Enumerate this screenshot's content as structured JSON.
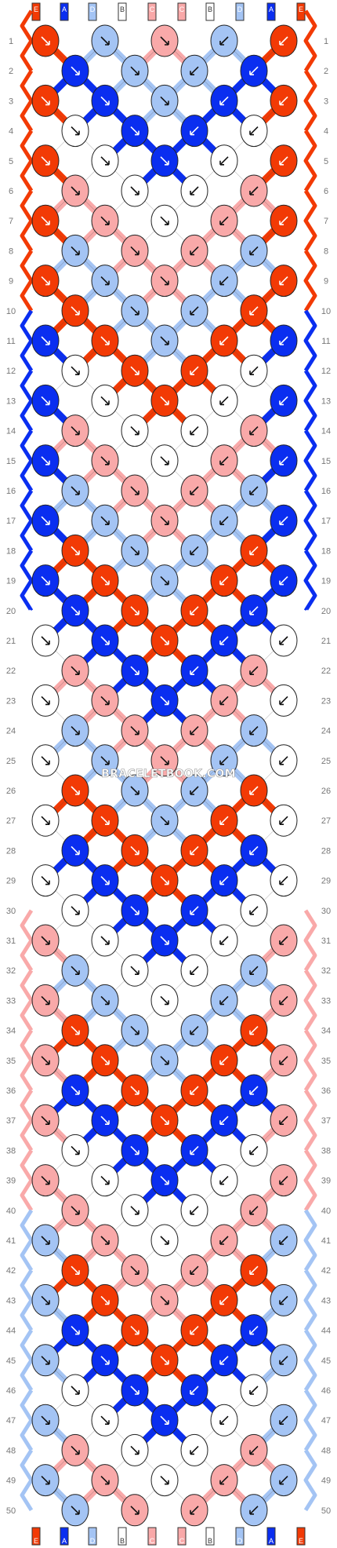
{
  "watermark": "BRACELETBOOK.COM",
  "colors": {
    "A": "#0a2ef0",
    "B": "#ffffff",
    "C": "#f9a9a9",
    "D": "#a4c4f4",
    "E": "#f23a05"
  },
  "strands_top": [
    "E",
    "A",
    "D",
    "B",
    "C",
    "C",
    "B",
    "D",
    "A",
    "E"
  ],
  "strands_bottom": [
    "E",
    "A",
    "D",
    "B",
    "C",
    "C",
    "B",
    "D",
    "A",
    "E"
  ],
  "row_numbers": [
    1,
    2,
    3,
    4,
    5,
    6,
    7,
    8,
    9,
    10,
    11,
    12,
    13,
    14,
    15,
    16,
    17,
    18,
    19,
    20,
    21,
    22,
    23,
    24,
    25,
    26,
    27,
    28,
    29,
    30,
    31,
    32,
    33,
    34,
    35,
    36,
    37,
    38,
    39,
    40,
    41,
    42,
    43,
    44,
    45,
    46,
    47,
    48,
    49,
    50
  ],
  "rows": [
    [
      {
        "c": "E",
        "d": "v"
      },
      {
        "c": "D",
        "d": "v"
      },
      {
        "c": "C",
        "d": "v"
      },
      {
        "c": "D",
        "d": "v"
      },
      {
        "c": "E",
        "d": "v"
      }
    ],
    [
      {
        "c": "A",
        "d": "v"
      },
      {
        "c": "D",
        "d": "v"
      },
      {
        "c": "D",
        "d": "v"
      },
      {
        "c": "A",
        "d": "v"
      }
    ],
    [
      {
        "c": "E",
        "d": "v"
      },
      {
        "c": "A",
        "d": "v"
      },
      {
        "c": "D",
        "d": "v"
      },
      {
        "c": "A",
        "d": "v"
      },
      {
        "c": "E",
        "d": "v"
      }
    ],
    [
      {
        "c": "B",
        "d": "v"
      },
      {
        "c": "A",
        "d": "v"
      },
      {
        "c": "A",
        "d": "v"
      },
      {
        "c": "B",
        "d": "v"
      }
    ],
    [
      {
        "c": "E",
        "d": "v"
      },
      {
        "c": "B",
        "d": "v"
      },
      {
        "c": "A",
        "d": "v"
      },
      {
        "c": "B",
        "d": "v"
      },
      {
        "c": "E",
        "d": "v"
      }
    ],
    [
      {
        "c": "C",
        "d": "v"
      },
      {
        "c": "B",
        "d": "v"
      },
      {
        "c": "B",
        "d": "v"
      },
      {
        "c": "C",
        "d": "v"
      }
    ],
    [
      {
        "c": "E",
        "d": "v"
      },
      {
        "c": "C",
        "d": "v"
      },
      {
        "c": "B",
        "d": "v"
      },
      {
        "c": "C",
        "d": "v"
      },
      {
        "c": "E",
        "d": "v"
      }
    ],
    [
      {
        "c": "D",
        "d": "v"
      },
      {
        "c": "C",
        "d": "v"
      },
      {
        "c": "C",
        "d": "v"
      },
      {
        "c": "D",
        "d": "v"
      }
    ],
    [
      {
        "c": "E",
        "d": "v"
      },
      {
        "c": "D",
        "d": "v"
      },
      {
        "c": "C",
        "d": "v"
      },
      {
        "c": "D",
        "d": "v"
      },
      {
        "c": "E",
        "d": "v"
      }
    ],
    [
      {
        "c": "E",
        "d": "v"
      },
      {
        "c": "D",
        "d": "v"
      },
      {
        "c": "D",
        "d": "v"
      },
      {
        "c": "E",
        "d": "v"
      }
    ],
    [
      {
        "c": "A",
        "d": "v"
      },
      {
        "c": "E",
        "d": "v"
      },
      {
        "c": "D",
        "d": "v"
      },
      {
        "c": "E",
        "d": "v"
      },
      {
        "c": "A",
        "d": "v"
      }
    ],
    [
      {
        "c": "B",
        "d": "v"
      },
      {
        "c": "E",
        "d": "v"
      },
      {
        "c": "E",
        "d": "v"
      },
      {
        "c": "B",
        "d": "v"
      }
    ],
    [
      {
        "c": "A",
        "d": "v"
      },
      {
        "c": "B",
        "d": "v"
      },
      {
        "c": "E",
        "d": "v"
      },
      {
        "c": "B",
        "d": "v"
      },
      {
        "c": "A",
        "d": "v"
      }
    ],
    [
      {
        "c": "C",
        "d": "v"
      },
      {
        "c": "B",
        "d": "v"
      },
      {
        "c": "B",
        "d": "v"
      },
      {
        "c": "C",
        "d": "v"
      }
    ],
    [
      {
        "c": "A",
        "d": "v"
      },
      {
        "c": "C",
        "d": "v"
      },
      {
        "c": "B",
        "d": "v"
      },
      {
        "c": "C",
        "d": "v"
      },
      {
        "c": "A",
        "d": "v"
      }
    ],
    [
      {
        "c": "D",
        "d": "v"
      },
      {
        "c": "C",
        "d": "v"
      },
      {
        "c": "C",
        "d": "v"
      },
      {
        "c": "D",
        "d": "v"
      }
    ],
    [
      {
        "c": "A",
        "d": "v"
      },
      {
        "c": "D",
        "d": "v"
      },
      {
        "c": "C",
        "d": "v"
      },
      {
        "c": "D",
        "d": "v"
      },
      {
        "c": "A",
        "d": "v"
      }
    ],
    [
      {
        "c": "E",
        "d": "v"
      },
      {
        "c": "D",
        "d": "v"
      },
      {
        "c": "D",
        "d": "v"
      },
      {
        "c": "E",
        "d": "v"
      }
    ],
    [
      {
        "c": "A",
        "d": "v"
      },
      {
        "c": "E",
        "d": "v"
      },
      {
        "c": "D",
        "d": "v"
      },
      {
        "c": "E",
        "d": "v"
      },
      {
        "c": "A",
        "d": "v"
      }
    ],
    [
      {
        "c": "A",
        "d": "v"
      },
      {
        "c": "E",
        "d": "v"
      },
      {
        "c": "E",
        "d": "v"
      },
      {
        "c": "A",
        "d": "v"
      }
    ],
    [
      {
        "c": "B",
        "d": "v"
      },
      {
        "c": "A",
        "d": "v"
      },
      {
        "c": "E",
        "d": "v"
      },
      {
        "c": "A",
        "d": "v"
      },
      {
        "c": "B",
        "d": "v"
      }
    ],
    [
      {
        "c": "C",
        "d": "v"
      },
      {
        "c": "A",
        "d": "v"
      },
      {
        "c": "A",
        "d": "v"
      },
      {
        "c": "C",
        "d": "v"
      }
    ],
    [
      {
        "c": "B",
        "d": "v"
      },
      {
        "c": "C",
        "d": "v"
      },
      {
        "c": "A",
        "d": "v"
      },
      {
        "c": "C",
        "d": "v"
      },
      {
        "c": "B",
        "d": "v"
      }
    ],
    [
      {
        "c": "D",
        "d": "v"
      },
      {
        "c": "C",
        "d": "v"
      },
      {
        "c": "C",
        "d": "v"
      },
      {
        "c": "D",
        "d": "v"
      }
    ],
    [
      {
        "c": "B",
        "d": "v"
      },
      {
        "c": "D",
        "d": "v"
      },
      {
        "c": "C",
        "d": "v"
      },
      {
        "c": "D",
        "d": "v"
      },
      {
        "c": "B",
        "d": "v"
      }
    ],
    [
      {
        "c": "E",
        "d": "v"
      },
      {
        "c": "D",
        "d": "v"
      },
      {
        "c": "D",
        "d": "v"
      },
      {
        "c": "E",
        "d": "v"
      }
    ],
    [
      {
        "c": "B",
        "d": "v"
      },
      {
        "c": "E",
        "d": "v"
      },
      {
        "c": "D",
        "d": "v"
      },
      {
        "c": "E",
        "d": "v"
      },
      {
        "c": "B",
        "d": "v"
      }
    ],
    [
      {
        "c": "A",
        "d": "v"
      },
      {
        "c": "E",
        "d": "v"
      },
      {
        "c": "E",
        "d": "v"
      },
      {
        "c": "A",
        "d": "v"
      }
    ],
    [
      {
        "c": "B",
        "d": "v"
      },
      {
        "c": "A",
        "d": "v"
      },
      {
        "c": "E",
        "d": "v"
      },
      {
        "c": "A",
        "d": "v"
      },
      {
        "c": "B",
        "d": "v"
      }
    ],
    [
      {
        "c": "B",
        "d": "v"
      },
      {
        "c": "A",
        "d": "v"
      },
      {
        "c": "A",
        "d": "v"
      },
      {
        "c": "B",
        "d": "v"
      }
    ],
    [
      {
        "c": "C",
        "d": "v"
      },
      {
        "c": "B",
        "d": "v"
      },
      {
        "c": "A",
        "d": "v"
      },
      {
        "c": "B",
        "d": "v"
      },
      {
        "c": "C",
        "d": "v"
      }
    ],
    [
      {
        "c": "D",
        "d": "v"
      },
      {
        "c": "B",
        "d": "v"
      },
      {
        "c": "B",
        "d": "v"
      },
      {
        "c": "D",
        "d": "v"
      }
    ],
    [
      {
        "c": "C",
        "d": "v"
      },
      {
        "c": "D",
        "d": "v"
      },
      {
        "c": "B",
        "d": "v"
      },
      {
        "c": "D",
        "d": "v"
      },
      {
        "c": "C",
        "d": "v"
      }
    ],
    [
      {
        "c": "E",
        "d": "v"
      },
      {
        "c": "D",
        "d": "v"
      },
      {
        "c": "D",
        "d": "v"
      },
      {
        "c": "E",
        "d": "v"
      }
    ],
    [
      {
        "c": "C",
        "d": "v"
      },
      {
        "c": "E",
        "d": "v"
      },
      {
        "c": "D",
        "d": "v"
      },
      {
        "c": "E",
        "d": "v"
      },
      {
        "c": "C",
        "d": "v"
      }
    ],
    [
      {
        "c": "A",
        "d": "v"
      },
      {
        "c": "E",
        "d": "v"
      },
      {
        "c": "E",
        "d": "v"
      },
      {
        "c": "A",
        "d": "v"
      }
    ],
    [
      {
        "c": "C",
        "d": "v"
      },
      {
        "c": "A",
        "d": "v"
      },
      {
        "c": "E",
        "d": "v"
      },
      {
        "c": "A",
        "d": "v"
      },
      {
        "c": "C",
        "d": "v"
      }
    ],
    [
      {
        "c": "B",
        "d": "v"
      },
      {
        "c": "A",
        "d": "v"
      },
      {
        "c": "A",
        "d": "v"
      },
      {
        "c": "B",
        "d": "v"
      }
    ],
    [
      {
        "c": "C",
        "d": "v"
      },
      {
        "c": "B",
        "d": "v"
      },
      {
        "c": "A",
        "d": "v"
      },
      {
        "c": "B",
        "d": "v"
      },
      {
        "c": "C",
        "d": "v"
      }
    ],
    [
      {
        "c": "C",
        "d": "v"
      },
      {
        "c": "B",
        "d": "v"
      },
      {
        "c": "B",
        "d": "v"
      },
      {
        "c": "C",
        "d": "v"
      }
    ],
    [
      {
        "c": "D",
        "d": "v"
      },
      {
        "c": "C",
        "d": "v"
      },
      {
        "c": "B",
        "d": "v"
      },
      {
        "c": "C",
        "d": "v"
      },
      {
        "c": "D",
        "d": "v"
      }
    ],
    [
      {
        "c": "E",
        "d": "v"
      },
      {
        "c": "C",
        "d": "v"
      },
      {
        "c": "C",
        "d": "v"
      },
      {
        "c": "E",
        "d": "v"
      }
    ],
    [
      {
        "c": "D",
        "d": "v"
      },
      {
        "c": "E",
        "d": "v"
      },
      {
        "c": "C",
        "d": "v"
      },
      {
        "c": "E",
        "d": "v"
      },
      {
        "c": "D",
        "d": "v"
      }
    ],
    [
      {
        "c": "A",
        "d": "v"
      },
      {
        "c": "E",
        "d": "v"
      },
      {
        "c": "E",
        "d": "v"
      },
      {
        "c": "A",
        "d": "v"
      }
    ],
    [
      {
        "c": "D",
        "d": "v"
      },
      {
        "c": "A",
        "d": "v"
      },
      {
        "c": "E",
        "d": "v"
      },
      {
        "c": "A",
        "d": "v"
      },
      {
        "c": "D",
        "d": "v"
      }
    ],
    [
      {
        "c": "B",
        "d": "v"
      },
      {
        "c": "A",
        "d": "v"
      },
      {
        "c": "A",
        "d": "v"
      },
      {
        "c": "B",
        "d": "v"
      }
    ],
    [
      {
        "c": "D",
        "d": "v"
      },
      {
        "c": "B",
        "d": "v"
      },
      {
        "c": "A",
        "d": "v"
      },
      {
        "c": "B",
        "d": "v"
      },
      {
        "c": "D",
        "d": "v"
      }
    ],
    [
      {
        "c": "C",
        "d": "v"
      },
      {
        "c": "B",
        "d": "v"
      },
      {
        "c": "B",
        "d": "v"
      },
      {
        "c": "C",
        "d": "v"
      }
    ],
    [
      {
        "c": "D",
        "d": "v"
      },
      {
        "c": "C",
        "d": "v"
      },
      {
        "c": "B",
        "d": "v"
      },
      {
        "c": "C",
        "d": "v"
      },
      {
        "c": "D",
        "d": "v"
      }
    ],
    [
      {
        "c": "D",
        "d": "v"
      },
      {
        "c": "C",
        "d": "v"
      },
      {
        "c": "C",
        "d": "v"
      },
      {
        "c": "D",
        "d": "v"
      }
    ]
  ]
}
